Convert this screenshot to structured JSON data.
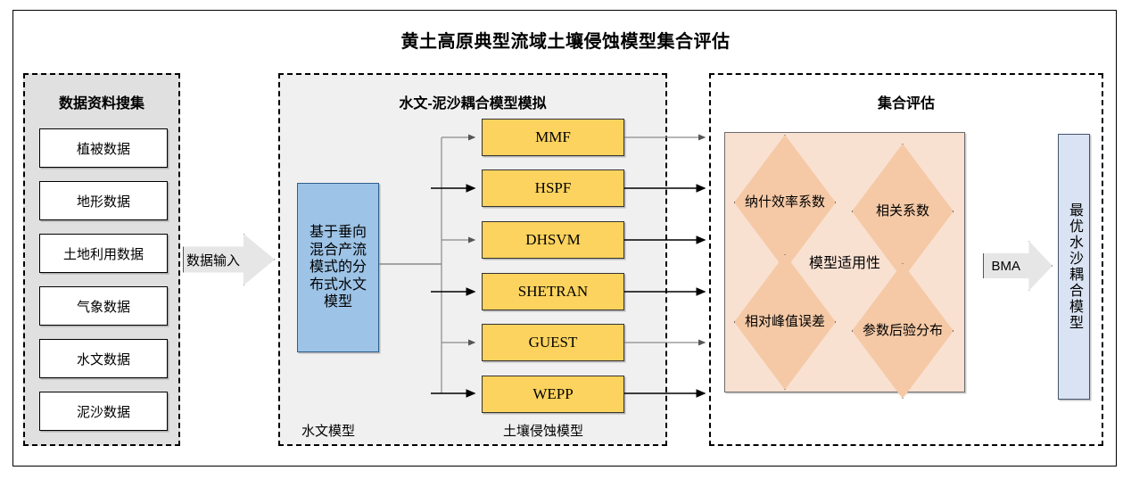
{
  "title": "黄土高原典型流域土壤侵蚀模型集合评估",
  "colors": {
    "yellow": "#FCD35E",
    "blue": "#9DC3E6",
    "diamond": "#F5C9A6",
    "peach_panel": "#F9E1D2",
    "final_box": "#DAE3F3",
    "left_panel": "#E0E0E0",
    "mid_panel": "#F0F0F0",
    "arrow_gray": "#E6E6E6"
  },
  "left_panel": {
    "header": "数据资料搜集",
    "items": [
      {
        "label": "植被数据"
      },
      {
        "label": "地形数据"
      },
      {
        "label": "土地利用数据"
      },
      {
        "label": "气象数据"
      },
      {
        "label": "水文数据"
      },
      {
        "label": "泥沙数据"
      }
    ]
  },
  "input_arrow": {
    "label": "数据输入"
  },
  "mid_panel": {
    "header": "水文-泥沙耦合模型模拟",
    "hydro_model": {
      "label": "基于垂向混合产流模式的分布式水文模型"
    },
    "erosion_models": [
      {
        "label": "MMF"
      },
      {
        "label": "HSPF"
      },
      {
        "label": "DHSVM"
      },
      {
        "label": "SHETRAN"
      },
      {
        "label": "GUEST"
      },
      {
        "label": "WEPP"
      }
    ],
    "sub_labels": {
      "hydro": "水文模型",
      "erosion": "土壤侵蚀模型"
    }
  },
  "right_panel": {
    "header": "集合评估",
    "center_label": "模型适用性",
    "criteria": [
      {
        "label": "纳什效率系数"
      },
      {
        "label": "相关系数"
      },
      {
        "label": "相对峰值误差"
      },
      {
        "label": "参数后验分布"
      }
    ]
  },
  "bma_arrow": {
    "label": "BMA"
  },
  "final_output": {
    "label": "最优水沙耦合模型"
  }
}
